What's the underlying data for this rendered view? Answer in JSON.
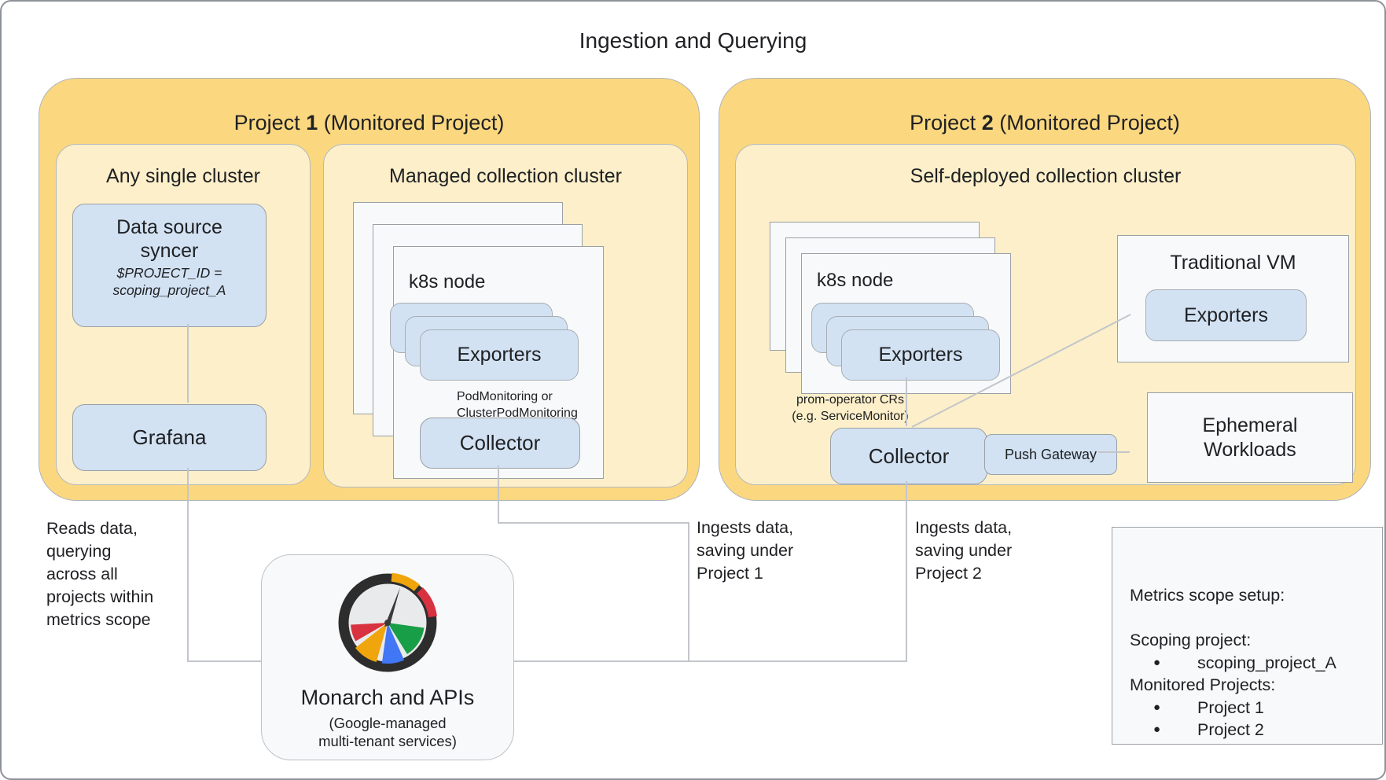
{
  "title": "Ingestion and Querying",
  "colors": {
    "project_yellow": "#FBD87F",
    "cluster_cream": "#FCEFC9",
    "component_blue": "#D2E2F3",
    "panel_gray": "#F8F9FA",
    "connector_gray": "#C2C6CB",
    "gauge_red": "#D8313F",
    "gauge_yellow": "#F0A50C",
    "gauge_green": "#189E46",
    "gauge_blue": "#4176F5"
  },
  "project1": {
    "label_prefix": "Project ",
    "label_number": "1",
    "label_suffix": " (Monitored Project)",
    "any_single_cluster": {
      "label": "Any single cluster",
      "data_source_syncer": {
        "title": "Data source syncer",
        "sub_line1": "$PROJECT_ID =",
        "sub_line2": "scoping_project_A"
      },
      "grafana": "Grafana"
    },
    "managed_cluster": {
      "label": "Managed collection cluster",
      "k8s_node": "k8s node",
      "exporters": "Exporters",
      "note_line1": "PodMonitoring or",
      "note_line2": "ClusterPodMonitoring",
      "collector": "Collector"
    }
  },
  "project2": {
    "label_prefix": "Project ",
    "label_number": "2",
    "label_suffix": " (Monitored Project)",
    "self_deployed_cluster": {
      "label": "Self-deployed collection cluster",
      "k8s_node": "k8s node",
      "exporters": "Exporters",
      "note_line1": "prom-operator CRs",
      "note_line2": "(e.g. ServiceMonitor)",
      "collector": "Collector",
      "push_gateway": "Push Gateway",
      "traditional_vm": {
        "label": "Traditional VM",
        "exporters": "Exporters"
      },
      "ephemeral_workloads": "Ephemeral Workloads"
    }
  },
  "monarch": {
    "icon": "gauge-meter-icon",
    "title": "Monarch and APIs",
    "sub_line1": "(Google-managed",
    "sub_line2": "multi-tenant services)"
  },
  "annotations": {
    "reads_data": [
      "Reads data,",
      "querying",
      "across all",
      "projects within",
      "metrics scope"
    ],
    "ingest1": [
      "Ingests data,",
      "saving under",
      "Project 1"
    ],
    "ingest2": [
      "Ingests data,",
      "saving under",
      "Project 2"
    ]
  },
  "metrics_scope": {
    "title": "Metrics scope setup:",
    "scoping_label": "Scoping project:",
    "scoping_value": "scoping_project_A",
    "monitored_label": "Monitored Projects:",
    "monitored_values": [
      "Project 1",
      "Project 2"
    ]
  }
}
